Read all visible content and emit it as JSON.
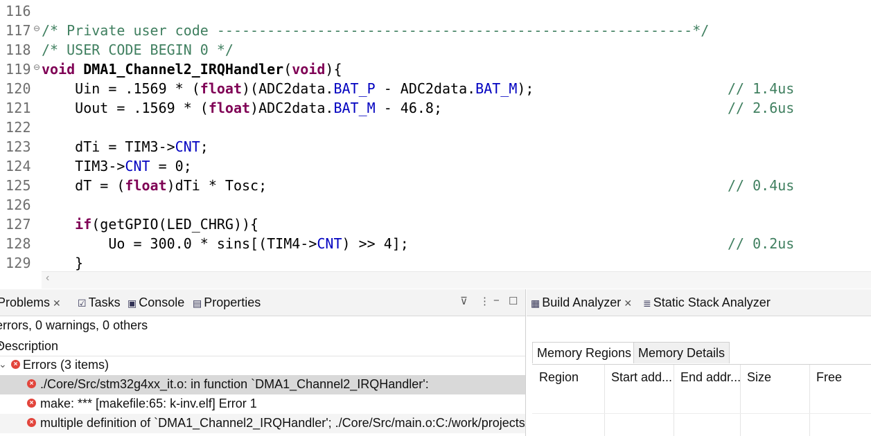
{
  "editor": {
    "lines": [
      {
        "num": "116",
        "fold": "",
        "tokens": [],
        "comment": ""
      },
      {
        "num": "117",
        "fold": "⊖",
        "tokens": [
          {
            "t": "/* Private user code ---------------------------------------------------------*/",
            "c": "comment"
          }
        ],
        "comment": ""
      },
      {
        "num": "118",
        "fold": "",
        "tokens": [
          {
            "t": "/* USER CODE BEGIN 0 */",
            "c": "comment"
          }
        ],
        "comment": ""
      },
      {
        "num": "119",
        "fold": "⊖",
        "tokens": [
          {
            "t": "void",
            "c": "kw"
          },
          {
            "t": " ",
            "c": "plain"
          },
          {
            "t": "DMA1_Channel2_IRQHandler",
            "c": "bold"
          },
          {
            "t": "(",
            "c": "plain"
          },
          {
            "t": "void",
            "c": "kw"
          },
          {
            "t": "){",
            "c": "plain"
          }
        ],
        "comment": ""
      },
      {
        "num": "120",
        "fold": "",
        "tokens": [
          {
            "t": "    Uin = .1569 * (",
            "c": "plain"
          },
          {
            "t": "float",
            "c": "kw"
          },
          {
            "t": ")(ADC2data.",
            "c": "plain"
          },
          {
            "t": "BAT_P",
            "c": "field"
          },
          {
            "t": " - ADC2data.",
            "c": "plain"
          },
          {
            "t": "BAT_M",
            "c": "field"
          },
          {
            "t": ");",
            "c": "plain"
          }
        ],
        "comment": "// 1.4us"
      },
      {
        "num": "121",
        "fold": "",
        "tokens": [
          {
            "t": "    Uout = .1569 * (",
            "c": "plain"
          },
          {
            "t": "float",
            "c": "kw"
          },
          {
            "t": ")ADC2data.",
            "c": "plain"
          },
          {
            "t": "BAT_M",
            "c": "field"
          },
          {
            "t": " - 46.8;",
            "c": "plain"
          }
        ],
        "comment": "// 2.6us"
      },
      {
        "num": "122",
        "fold": "",
        "tokens": [],
        "comment": ""
      },
      {
        "num": "123",
        "fold": "",
        "tokens": [
          {
            "t": "    dTi = TIM3->",
            "c": "plain"
          },
          {
            "t": "CNT",
            "c": "field"
          },
          {
            "t": ";",
            "c": "plain"
          }
        ],
        "comment": ""
      },
      {
        "num": "124",
        "fold": "",
        "tokens": [
          {
            "t": "    TIM3->",
            "c": "plain"
          },
          {
            "t": "CNT",
            "c": "field"
          },
          {
            "t": " = 0;",
            "c": "plain"
          }
        ],
        "comment": ""
      },
      {
        "num": "125",
        "fold": "",
        "tokens": [
          {
            "t": "    dT = (",
            "c": "plain"
          },
          {
            "t": "float",
            "c": "kw"
          },
          {
            "t": ")dTi * Tosc;",
            "c": "plain"
          }
        ],
        "comment": "// 0.4us"
      },
      {
        "num": "126",
        "fold": "",
        "tokens": [],
        "comment": ""
      },
      {
        "num": "127",
        "fold": "",
        "tokens": [
          {
            "t": "    ",
            "c": "plain"
          },
          {
            "t": "if",
            "c": "kw"
          },
          {
            "t": "(getGPIO(LED_CHRG)){",
            "c": "plain"
          }
        ],
        "comment": ""
      },
      {
        "num": "128",
        "fold": "",
        "tokens": [
          {
            "t": "        Uo = 300.0 * sins[(TIM4->",
            "c": "plain"
          },
          {
            "t": "CNT",
            "c": "field"
          },
          {
            "t": ") >> 4];",
            "c": "plain"
          }
        ],
        "comment": "// 0.2us"
      },
      {
        "num": "129",
        "fold": "",
        "tokens": [
          {
            "t": "    }",
            "c": "plain"
          }
        ],
        "comment": ""
      }
    ]
  },
  "problems": {
    "tabs": [
      "Problems",
      "Tasks",
      "Console",
      "Properties"
    ],
    "summary": "errors, 0 warnings, 0 others",
    "column": "Description",
    "group_label": "Errors (3 items)",
    "items": [
      "./Core/Src/stm32g4xx_it.o: in function `DMA1_Channel2_IRQHandler':",
      "make: *** [makefile:65: k-inv.elf] Error 1",
      "multiple definition of `DMA1_Channel2_IRQHandler'; ./Core/Src/main.o:C:/work/projects/"
    ]
  },
  "build": {
    "tabs": [
      "Build Analyzer",
      "Static Stack Analyzer"
    ],
    "subtabs": [
      "Memory Regions",
      "Memory Details"
    ],
    "columns": [
      "Region",
      "Start add...",
      "End addr...",
      "Size",
      "Free"
    ]
  },
  "colors": {
    "keyword": "#7f0055",
    "field": "#0000c0",
    "comment": "#3f7f5f",
    "error": "#e2453c"
  },
  "icons": {
    "fold": "fold-collapse-icon",
    "error": "error-icon",
    "filter": "filter-icon",
    "menu": "view-menu-icon",
    "minimize": "minimize-icon",
    "maximize": "maximize-icon",
    "close": "close-tab-icon"
  }
}
